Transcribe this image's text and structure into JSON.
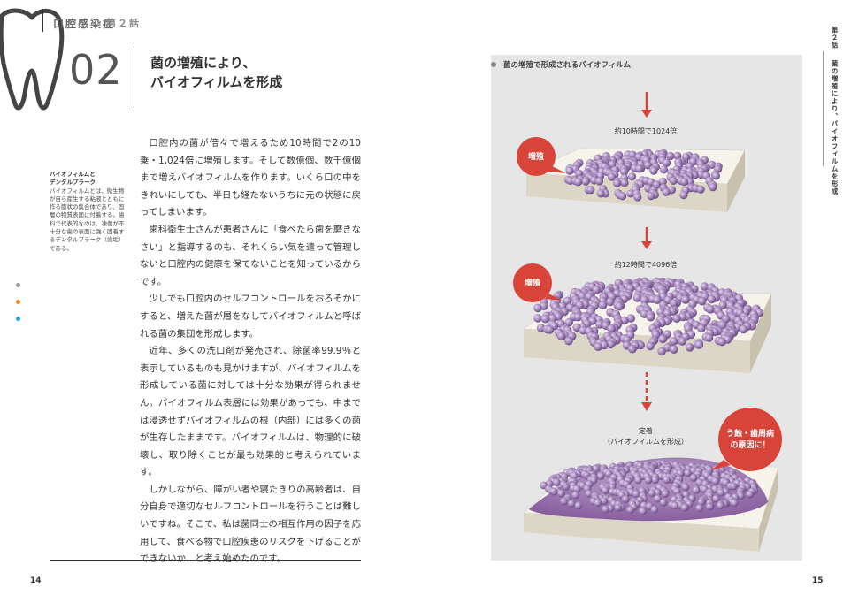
{
  "header": {
    "series": "口腔感染症",
    "episode": "第２話",
    "chapter_number": "02",
    "title_line1": "菌の増殖により、",
    "title_line2": "バイオフィルムを形成"
  },
  "sidenote": {
    "heading_line1": "バイオフィルムと",
    "heading_line2": "デンタルプラーク",
    "text": "バイオフィルムとは、微生物が自ら産生する粘液とともに作る膜状の集合体であり、固層の物質表面に付着する。歯科で代表的なのは、凍傷が不十分な歯の表面に強く固着するデンタルプラーク（歯垢）である。"
  },
  "body": [
    "口腔内の菌が倍々で増えるため10時間で2の10乗・1,024倍に増殖します。そして数億個、数千億個まで増えバイオフィルムを作ります。いくら口の中をきれいにしても、半日も経たないうちに元の状態に戻ってしまいます。",
    "歯科衛生士さんが患者さんに「食べたら歯を磨きなさい」と指導するのも、それくらい気を遣って管理しないと口腔内の健康を保てないことを知っているからです。",
    "少しでも口腔内のセルフコントロールをおろそかにすると、増えた菌が層をなしてバイオフィルムと呼ばれる菌の集団を形成します。",
    "近年、多くの洗口剤が発売され、除菌率99.9％と表示しているものも見かけますが、バイオフィルムを形成している菌に対しては十分な効果が得られません。バイオフィルム表層には効果があっても、中までは浸透せずバイオフィルムの根（内部）には多くの菌が生存したままです。バイオフィルムは、物理的に破壊し、取り除くことが最も効果的と考えられています。",
    "しかしながら、障がい者や寝たきりの高齢者は、自分自身で適切なセルフコントロールを行うことは難しいですね。そこで、私は菌同士の相互作用の因子を応用して、食べる物で口腔疾患のリスクを下げることができないか、と考え始めたのです。"
  ],
  "page_left": "14",
  "page_right": "15",
  "side_tab": {
    "episode": "第２話",
    "title": "菌の増殖により、バイオフィルムを形成"
  },
  "figure": {
    "title": "菌の増殖で形成されるバイオフィルム",
    "stage1_label": "約10時間で1024倍",
    "stage2_label": "約12時間で4096倍",
    "stage3_label_line1": "定着",
    "stage3_label_line2": "（バイオフィルムを形成）",
    "bubble1": "増殖",
    "bubble2": "増殖",
    "bubble3_line1": "う蝕・歯周病",
    "bubble3_line2": "の原因に！"
  },
  "colors": {
    "accent_red": "#d9443a",
    "bacteria_purple": "#9a7cb0",
    "figure_bg": "#e6e6e6",
    "dot_gray": "#9a9a9a",
    "dot_orange": "#f08a24",
    "dot_cyan": "#1aa6e0"
  }
}
